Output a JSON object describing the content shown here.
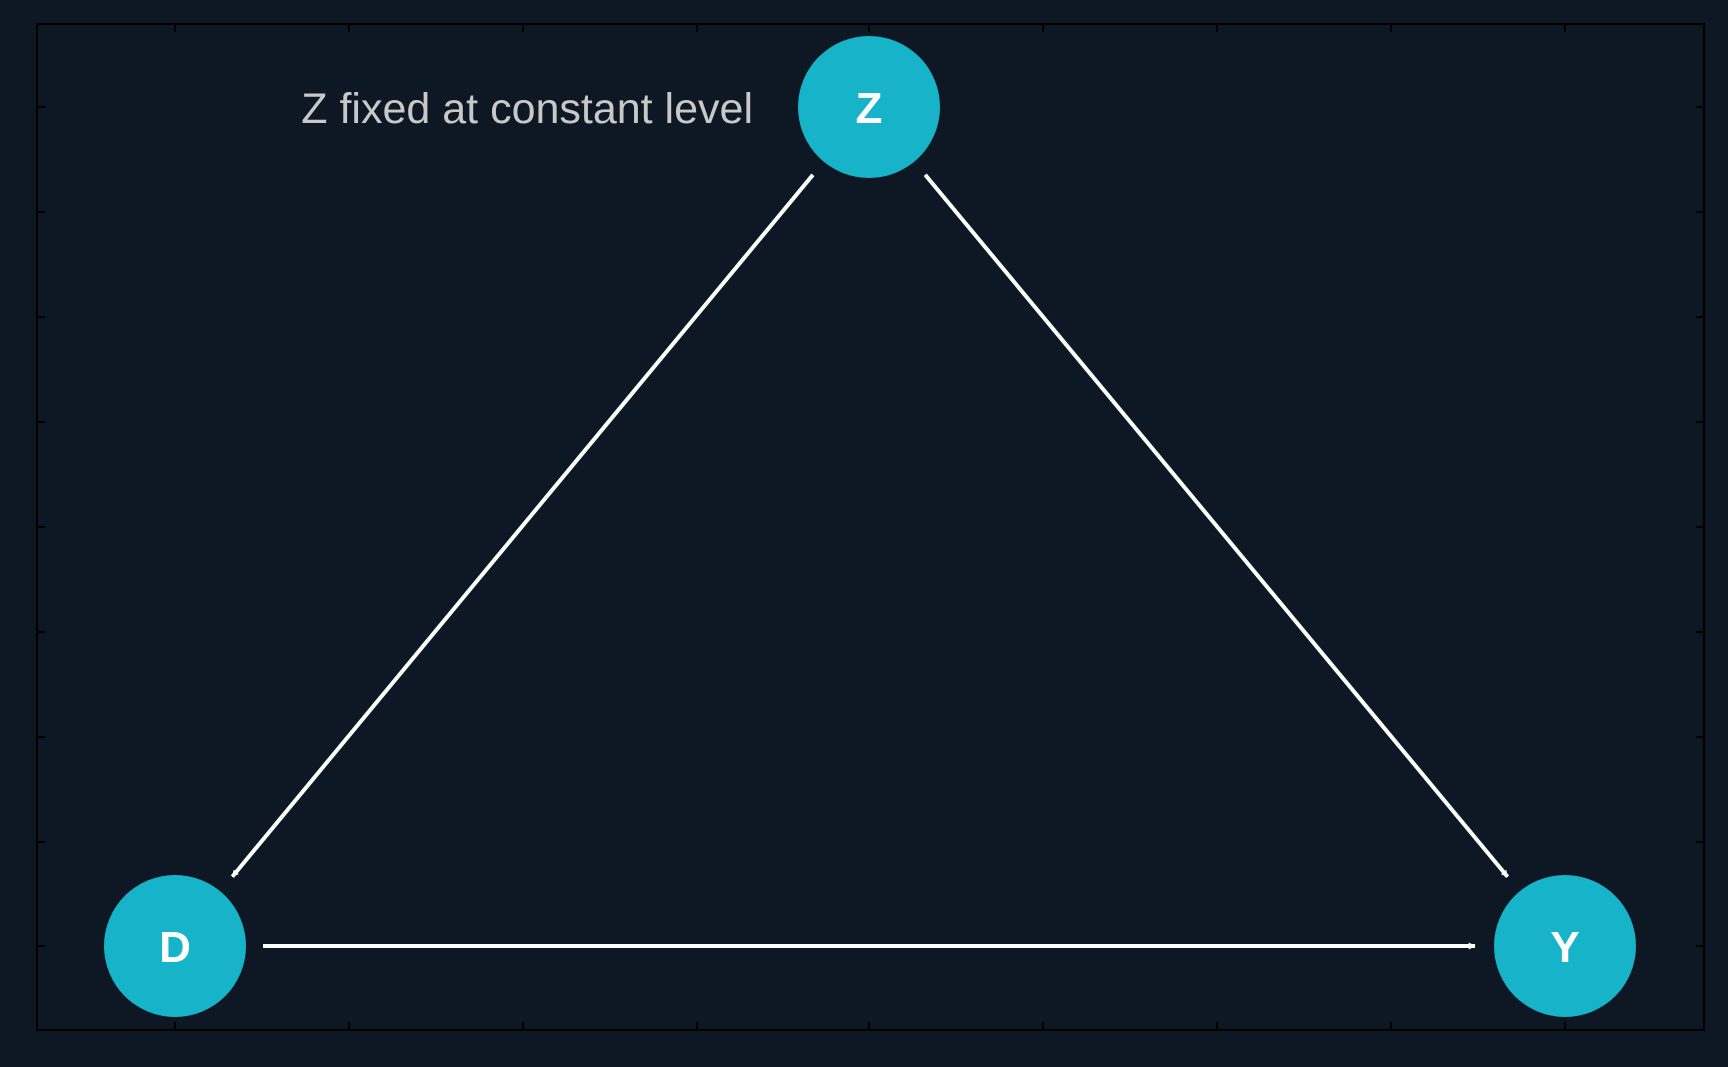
{
  "colors": {
    "background": "#0d1824",
    "panel_border": "#000000",
    "tick_lines": "#000000",
    "node_fill": "#17b3c9",
    "node_text": "#ffffff",
    "edge": "#ffffff",
    "annotation_text": "#c8c8c8"
  },
  "annotation": "Z fixed at constant level",
  "nodes": [
    {
      "id": "Z",
      "label": "Z"
    },
    {
      "id": "D",
      "label": "D"
    },
    {
      "id": "Y",
      "label": "Y"
    }
  ],
  "edges": [
    {
      "from": "Z",
      "to": "D"
    },
    {
      "from": "Z",
      "to": "Y"
    },
    {
      "from": "D",
      "to": "Y"
    }
  ]
}
